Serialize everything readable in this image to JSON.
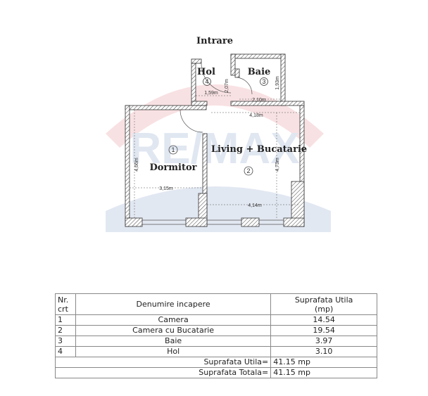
{
  "plan": {
    "entry_label": "Intrare",
    "watermark": "RE/MAX",
    "rooms": [
      {
        "number": "1",
        "name": "Dormitor"
      },
      {
        "number": "2",
        "name": "Living + Bucatarie"
      },
      {
        "number": "3",
        "name": "Baie"
      },
      {
        "number": "4",
        "name": "Hol"
      }
    ],
    "dimensions": {
      "hol_width": "1,59m",
      "hol_height": "2,07m",
      "baie_width": "2,10m",
      "baie_height": "1,93m",
      "living_top": "4,18m",
      "living_bottom": "4,14m",
      "living_height": "4,73m",
      "dormitor_width": "3,15m",
      "dormitor_height": "4,66m"
    }
  },
  "table": {
    "headers": {
      "nr": "Nr.",
      "crt": "crt",
      "name": "Denumire incapere",
      "area1": "Suprafata Utila",
      "area2": "(mp)"
    },
    "rows": [
      {
        "nr": "1",
        "name": "Camera",
        "area": "14.54"
      },
      {
        "nr": "2",
        "name": "Camera cu Bucatarie",
        "area": "19.54"
      },
      {
        "nr": "3",
        "name": "Baie",
        "area": "3.97"
      },
      {
        "nr": "4",
        "name": "Hol",
        "area": "3.10"
      }
    ],
    "totals": [
      {
        "label": "Suprafata Utila=",
        "value": "41.15 mp"
      },
      {
        "label": "Suprafata Totala=",
        "value": "41.15 mp"
      }
    ]
  }
}
